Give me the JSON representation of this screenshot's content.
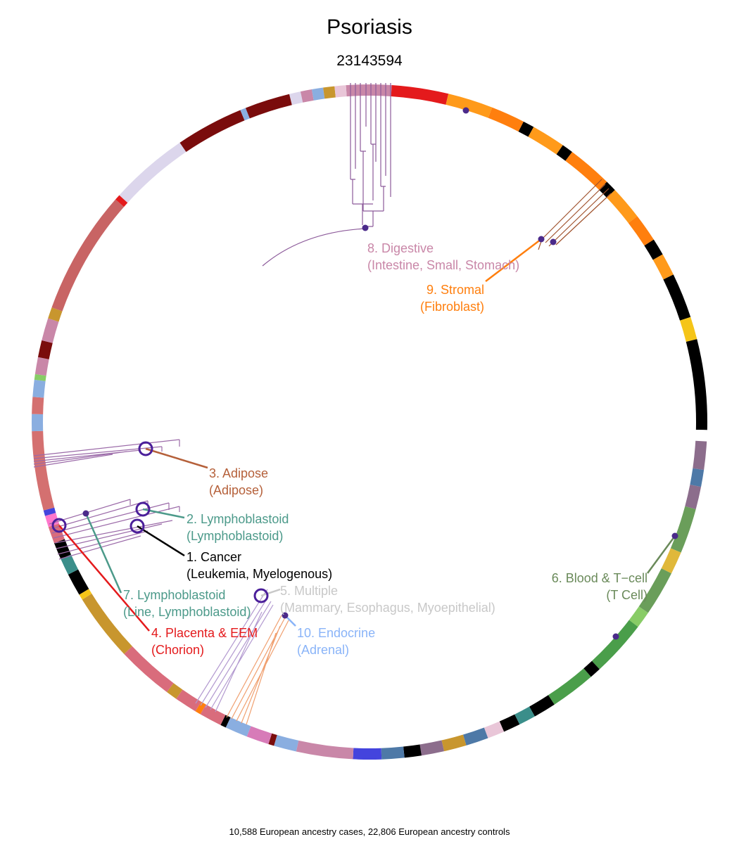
{
  "title": "Psoriasis",
  "subtitle": "23143594",
  "footer": "10,588 European ancestry cases, 22,806 European ancestry controls",
  "chart_data": {
    "type": "circular-enrichment",
    "ring_segments": [
      {
        "color": "#c987a8",
        "weight": 8
      },
      {
        "color": "#e41a1c",
        "weight": 10
      },
      {
        "color": "#ff9a1a",
        "weight": 8
      },
      {
        "color": "#ff7f0e",
        "weight": 6
      },
      {
        "color": "#000000",
        "weight": 2
      },
      {
        "color": "#ff9a1a",
        "weight": 6
      },
      {
        "color": "#000000",
        "weight": 2
      },
      {
        "color": "#ff7f0e",
        "weight": 8
      },
      {
        "color": "#000000",
        "weight": 2
      },
      {
        "color": "#ff9a1a",
        "weight": 6
      },
      {
        "color": "#ff7f0e",
        "weight": 5
      },
      {
        "color": "#000000",
        "weight": 3
      },
      {
        "color": "#ff9a1a",
        "weight": 4
      },
      {
        "color": "#000000",
        "weight": 8
      },
      {
        "color": "#f5c518",
        "weight": 4
      },
      {
        "color": "#000000",
        "weight": 16
      },
      {
        "color": "#ffffff",
        "weight": 2
      },
      {
        "color": "#8c6d8c",
        "weight": 5
      },
      {
        "color": "#4e79a7",
        "weight": 3
      },
      {
        "color": "#8c6d8c",
        "weight": 4
      },
      {
        "color": "#6a9e5a",
        "weight": 8
      },
      {
        "color": "#e0b83a",
        "weight": 4
      },
      {
        "color": "#6a9e5a",
        "weight": 8
      },
      {
        "color": "#88cc66",
        "weight": 3
      },
      {
        "color": "#4a9e4a",
        "weight": 10
      },
      {
        "color": "#000000",
        "weight": 2
      },
      {
        "color": "#4a9e4a",
        "weight": 8
      },
      {
        "color": "#000000",
        "weight": 4
      },
      {
        "color": "#3a8e8a",
        "weight": 3
      },
      {
        "color": "#000000",
        "weight": 3
      },
      {
        "color": "#e9c6d8",
        "weight": 3
      },
      {
        "color": "#4e79a7",
        "weight": 4
      },
      {
        "color": "#c8962e",
        "weight": 4
      },
      {
        "color": "#8c6d8c",
        "weight": 4
      },
      {
        "color": "#000000",
        "weight": 3
      },
      {
        "color": "#4e79a7",
        "weight": 4
      },
      {
        "color": "#4444dd",
        "weight": 5
      },
      {
        "color": "#c987a8",
        "weight": 10
      },
      {
        "color": "#8aaee0",
        "weight": 4
      },
      {
        "color": "#7a0c0c",
        "weight": 1
      },
      {
        "color": "#d77bb8",
        "weight": 4
      },
      {
        "color": "#8aaee0",
        "weight": 4
      },
      {
        "color": "#000000",
        "weight": 1
      },
      {
        "color": "#d96c7c",
        "weight": 4
      },
      {
        "color": "#ff7f0e",
        "weight": 1
      },
      {
        "color": "#d96c7c",
        "weight": 4
      },
      {
        "color": "#c8962e",
        "weight": 2
      },
      {
        "color": "#d96c7c",
        "weight": 10
      },
      {
        "color": "#c8962e",
        "weight": 12
      },
      {
        "color": "#f5c518",
        "weight": 1
      },
      {
        "color": "#000000",
        "weight": 4
      },
      {
        "color": "#3a8e8a",
        "weight": 3
      },
      {
        "color": "#000000",
        "weight": 3
      },
      {
        "color": "#d96c7c",
        "weight": 3
      },
      {
        "color": "#ff77cc",
        "weight": 2
      },
      {
        "color": "#4444dd",
        "weight": 1
      },
      {
        "color": "#d47070",
        "weight": 14
      },
      {
        "color": "#8aaee0",
        "weight": 3
      },
      {
        "color": "#d47070",
        "weight": 3
      },
      {
        "color": "#8aaee0",
        "weight": 3
      },
      {
        "color": "#88cc66",
        "weight": 1
      },
      {
        "color": "#c987a8",
        "weight": 3
      },
      {
        "color": "#7a0c0c",
        "weight": 3
      },
      {
        "color": "#c987a8",
        "weight": 4
      },
      {
        "color": "#c8962e",
        "weight": 2
      },
      {
        "color": "#c86464",
        "weight": 22
      },
      {
        "color": "#e41a1c",
        "weight": 1
      },
      {
        "color": "#dcd6ec",
        "weight": 14
      },
      {
        "color": "#7a0c0c",
        "weight": 12
      },
      {
        "color": "#8aaee0",
        "weight": 1
      },
      {
        "color": "#7a0c0c",
        "weight": 8
      },
      {
        "color": "#dcd6ec",
        "weight": 2
      },
      {
        "color": "#c987a8",
        "weight": 2
      },
      {
        "color": "#8aaee0",
        "weight": 2
      },
      {
        "color": "#c8962e",
        "weight": 2
      },
      {
        "color": "#e9c6d8",
        "weight": 2
      }
    ],
    "clusters": [
      {
        "label": "1. Cancer",
        "sub": "(Leukemia, Myelogenous)",
        "color": "#000000"
      },
      {
        "label": "2. Lymphoblastoid",
        "sub": "(Lymphoblastoid)",
        "color": "#4c9a8a"
      },
      {
        "label": "3. Adipose",
        "sub": "(Adipose)",
        "color": "#b5603a"
      },
      {
        "label": "4. Placenta & EEM",
        "sub": "(Chorion)",
        "color": "#e41a1c"
      },
      {
        "label": "5. Multiple",
        "sub": "(Mammary, Esophagus, Myoepithelial)",
        "color": "#c8c8c8"
      },
      {
        "label": "6. Blood & T−cell",
        "sub": "(T Cell)",
        "color": "#6a8a5a"
      },
      {
        "label": "7. Lymphoblastoid",
        "sub": "(Line, Lymphoblastoid)",
        "color": "#4c9a8a"
      },
      {
        "label": "8. Digestive",
        "sub": "(Intestine, Small, Stomach)",
        "color": "#c987a8"
      },
      {
        "label": "9. Stromal",
        "sub": "(Fibroblast)",
        "color": "#ff7f0e"
      },
      {
        "label": "10. Endocrine",
        "sub": "(Adrenal)",
        "color": "#8ab4f8"
      }
    ]
  }
}
